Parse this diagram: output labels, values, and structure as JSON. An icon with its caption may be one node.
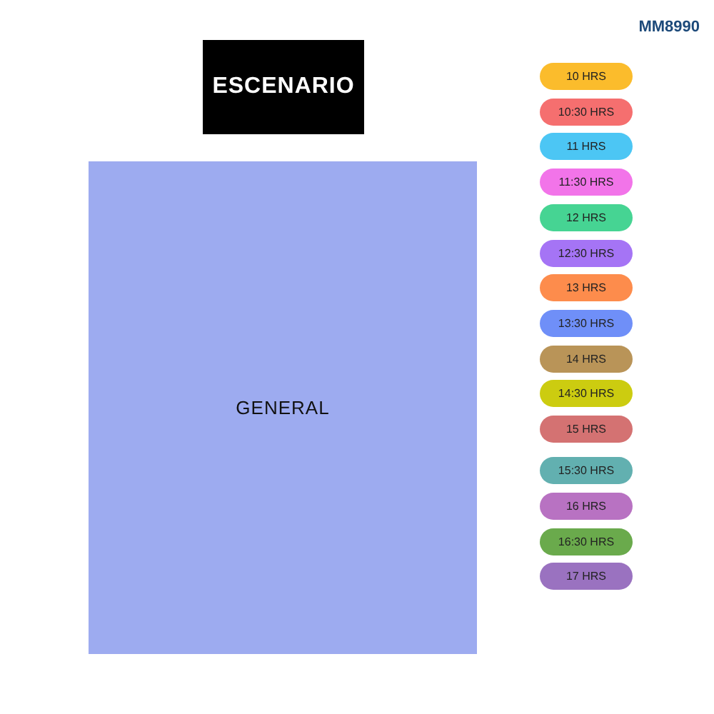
{
  "diagram": {
    "nodes": [
      {
        "text": [
          "ESCENARIO"
        ]
      },
      {
        "text": [
          "GENERAL"
        ]
      }
    ],
    "edges": [],
    "labels": [
      "MM8990"
    ],
    "legend": [
      {
        "text": "10 HRS",
        "color": "#fbbc2c"
      },
      {
        "text": "10:30 HRS",
        "color": "#f56f6f"
      },
      {
        "text": "11 HRS",
        "color": "#4cc6f4"
      },
      {
        "text": "11:30 HRS",
        "color": "#f274e9"
      },
      {
        "text": "12 HRS",
        "color": "#46d493"
      },
      {
        "text": "12:30 HRS",
        "color": "#a574f5"
      },
      {
        "text": "13 HRS",
        "color": "#fd8c4c"
      },
      {
        "text": "13:30 HRS",
        "color": "#6f8ff8"
      },
      {
        "text": "14 HRS",
        "color": "#b99458"
      },
      {
        "text": "14:30 HRS",
        "color": "#cccc10"
      },
      {
        "text": "15 HRS",
        "color": "#d47272"
      },
      {
        "text": "15:30 HRS",
        "color": "#62b0b0"
      },
      {
        "text": "16 HRS",
        "color": "#b872c2"
      },
      {
        "text": "16:30 HRS",
        "color": "#6aaa4c"
      },
      {
        "text": "17 HRS",
        "color": "#9a72c0"
      }
    ]
  }
}
